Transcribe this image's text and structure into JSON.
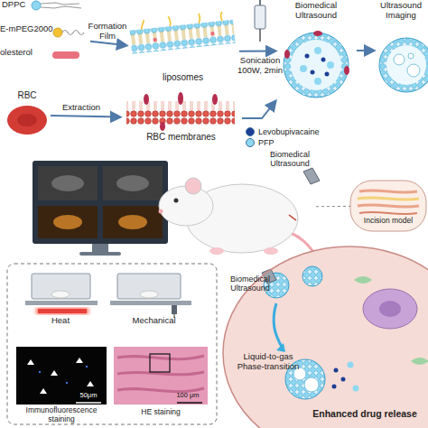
{
  "diagram": {
    "nodes": [
      {
        "text": [
          "DPPC",
          "E-mPEG2000",
          "olesterol"
        ]
      },
      {
        "text": [
          "liposomes"
        ]
      },
      {
        "text": [
          "RBC"
        ]
      },
      {
        "text": [
          "RBC membranes"
        ]
      },
      {
        "text": [
          "Biomedical Ultrasound"
        ]
      },
      {
        "text": [
          "Ultrasound Imaging"
        ]
      },
      {
        "text": [
          "Biomedical Ultrasound"
        ]
      },
      {
        "text": [
          "Incision model"
        ]
      },
      {
        "text": [
          "Heat"
        ]
      },
      {
        "text": [
          "Mechanical"
        ]
      },
      {
        "text": [
          "Immunofluorescence staining"
        ]
      },
      {
        "text": [
          "HE staining"
        ]
      },
      {
        "text": [
          "Biomedical Ultrasound",
          "Liquid-to-gas Phase-transition",
          "Enhanced drug release"
        ]
      }
    ],
    "edges": [
      {
        "from": 0,
        "to": 1,
        "label": "Formation Film",
        "arrow": "to"
      },
      {
        "from": 2,
        "to": 3,
        "label": "Extraction",
        "arrow": "to"
      },
      {
        "from": 1,
        "to": 4,
        "label": "Sonication 100W, 2min",
        "arrow": "to"
      },
      {
        "from": 3,
        "to": 4,
        "arrow": "to"
      },
      {
        "from": 4,
        "to": 5,
        "arrow": "to"
      },
      {
        "from": 6,
        "to": 7,
        "arrow": "none"
      }
    ],
    "labels": [
      "50μm",
      "100 μm"
    ],
    "legend": [
      {
        "text": "Levobupivacaine",
        "color": "#1c3f94"
      },
      {
        "text": "PFP",
        "color": "#8fd8f2"
      }
    ]
  }
}
